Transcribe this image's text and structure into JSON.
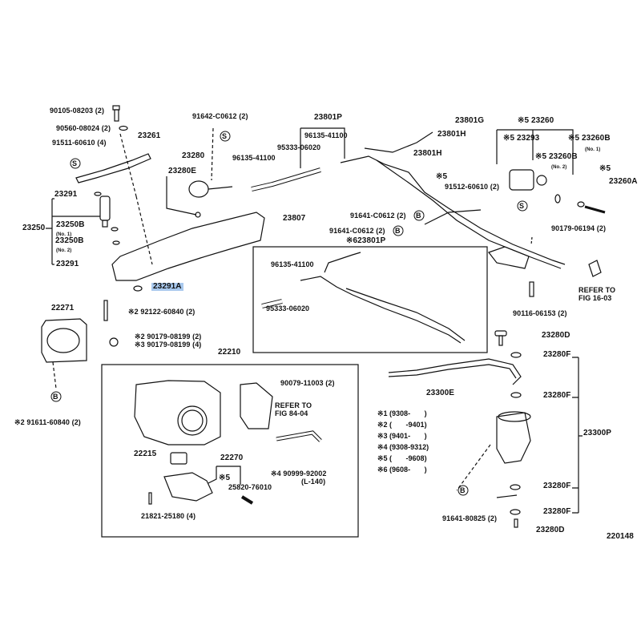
{
  "diagram": {
    "figure_number": "220148",
    "highlighted_part": "23291A",
    "highlight_color": "#a9c9ee",
    "labels": {
      "p1": "90105-08203 (2)",
      "p2": "90560-08024 (2)",
      "p3": "23261",
      "p4": "91511-60610 (4)",
      "p5": "23291",
      "p6": "23250",
      "p7": "23250B",
      "p7n": "(No. 1)",
      "p8": "23250B",
      "p8n": "(No. 2)",
      "p9": "23291",
      "p10": "23291A",
      "p11": "91642-C0612 (2)",
      "p12": "23280",
      "p13": "23280E",
      "p14": "96135-41100",
      "p15": "95333-06020",
      "p16": "23801P",
      "p17": "96135-41100",
      "p18": "23807",
      "p19": "23801G",
      "p20": "23801H",
      "p21": "23801H",
      "p22a": "※5",
      "p22": "91512-60610 (2)",
      "p23": "91641-C0612 (2)",
      "p24": "91641-C0612 (2)",
      "p25": "※623801P",
      "p26": "96135-41100",
      "p27": "95333-06020",
      "p28": "※5 23260",
      "p29": "※5 23293",
      "p30": "※5 23260B",
      "p30n": "(No. 1)",
      "p31": "※5 23260B",
      "p31n": "(No. 2)",
      "p32a": "※5",
      "p32": "23260A",
      "p33": "90179-06194 (2)",
      "p34a": "REFER TO",
      "p34b": "FIG 16-03",
      "p35": "90116-06153 (2)",
      "p36": "22271",
      "p37": "※2 92122-60840 (2)",
      "p38a": "※2 90179-08199 (2)",
      "p38b": "※3 90179-08199 (4)",
      "p39": "22210",
      "p40": "※2 91611-60840 (2)",
      "p41": "90079-11003 (2)",
      "p42a": "REFER TO",
      "p42b": "FIG 84-04",
      "p43": "22215",
      "p44": "22270",
      "p45a": "※5",
      "p45": "25820-76010",
      "p46": "※4 90999-92002",
      "p46n": "(L-140)",
      "p47": "21821-25180 (4)",
      "p48": "23280D",
      "p49": "23280F",
      "p50": "23300E",
      "p51": "23280F",
      "p52": "23300P",
      "p54": "23280F",
      "p55": "23280F",
      "p56": "23280D",
      "p57": "91641-80825 (2)"
    },
    "callout_letters": {
      "s": "S",
      "b": "B"
    },
    "notes": [
      "※1 (9308-       )",
      "※2 (       -9401)",
      "※3 (9401-       )",
      "※4 (9308-9312)",
      "※5 (       -9608)",
      "※6 (9608-       )"
    ]
  }
}
